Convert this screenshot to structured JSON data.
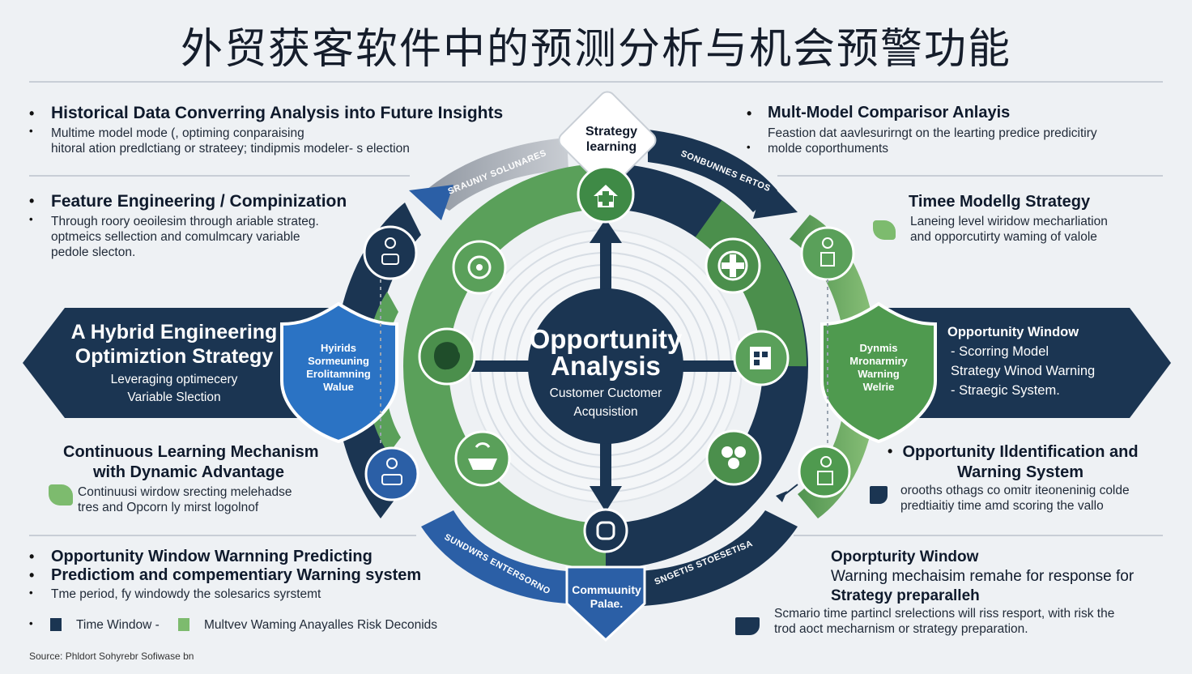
{
  "title": "外贸获客软件中的预测分析与机会预警功能",
  "colors": {
    "navy": "#1b3552",
    "blue": "#2b5fa6",
    "green": "#5aa05a",
    "light_green": "#8cc27a",
    "bg": "#eef1f4"
  },
  "left": {
    "s1": {
      "heading": "Historical Data Converring Analysis into Future Insights",
      "lines": [
        "Multime model mode (, optiming conparaising",
        "hitoral ation predlctiang or  strateey; tindipmis modeler- s election"
      ]
    },
    "s2": {
      "heading": "Feature Engineering / Compinization",
      "lines": [
        "Through roory oeoilesim through ariable strateg.",
        "optmeics sellection and comulmcary variable",
        "pedole slecton."
      ]
    },
    "banner": {
      "title_1": "A Hybrid Engineering",
      "title_2": "Optimiztion Strategy",
      "sub_1": "Leveraging optimecery",
      "sub_2": "Variable Slection"
    },
    "s3": {
      "heading_1": "Continuous Learning Mechanism",
      "heading_2": "with Dynamic Advantage",
      "lines": [
        "Continuusi wirdow srecting melehadse",
        "tres and Opcorn  ly mirst  logolnof"
      ]
    },
    "s4": {
      "heading_1": "Opportunity Window Warnning Predicting",
      "heading_2": "Predictiom and compementiary Warning system",
      "line": "Tme period,  fy windowdy  the solesarics syrstemt"
    },
    "legend": {
      "item_1": "Time Window -",
      "item_2": "Multvev Waming Anayalles Risk  Deconids"
    },
    "source": "Source: Phldort Sohyrebr Sofiwase bn"
  },
  "right": {
    "s1": {
      "heading": "Mult-Model Comparisor Anlayis",
      "lines": [
        "Feastion dat aavlesurirngt on the learting predice predicitiry",
        "molde coporthuments"
      ]
    },
    "s2": {
      "heading": "Timee Modellg Strategy",
      "lines": [
        "Laneing level wiridow mecharliation",
        "and opporcutirty waming of valole"
      ]
    },
    "banner": {
      "line_1": "Opportunity Window",
      "line_2": "- Scorring Model",
      "line_3": "Strategy Winod Warning",
      "line_4": "- Straegic System."
    },
    "s3": {
      "heading_1": "Opportunity Ildentification and",
      "heading_2": "Warning System",
      "lines": [
        "orooths othags co omitr iteoneninig colde",
        "predtiaitiy time amd scoring the vallo"
      ]
    },
    "s4": {
      "heading_1": "Oporpturity Window",
      "heading_2": "Warning mechaisim remahe for response for",
      "heading_3": "Strategy preparalleh",
      "lines": [
        "Scmario  time partincl srelections will riss resport, with risk the",
        "trod aoct mecharnism or strategy  preparation."
      ]
    }
  },
  "center": {
    "title_1": "Opportunity",
    "title_2": "Analysis",
    "sub_1": "Customer Cuctomer",
    "sub_2": "Acqusistion",
    "top_node": {
      "line_1": "Strategy",
      "line_2": "learning"
    },
    "bottom_node": {
      "line_1": "Commuunity",
      "line_2": "Palae."
    },
    "left_shield": {
      "line_1": "Hyirids",
      "line_2": "Sormeuning",
      "line_3": "Erolitamning",
      "line_4": "Walue"
    },
    "right_shield": {
      "line_1": "Dynmis",
      "line_2": "Mronarmiry",
      "line_3": "Warning",
      "line_4": "Welrie"
    },
    "arc_labels": {
      "top_left": "SRAUNIY SOLUNARES",
      "top_right": "SONBUNNES ERTOS",
      "bottom_left": "SUNDWRS ENTERSORNO",
      "bottom_right": "SNGETIS STOESETISA"
    }
  },
  "icons": [
    "leaf-icon",
    "gears-icon",
    "tree-icon",
    "ship-icon",
    "plus-badge-icon",
    "chart-icon",
    "clover-icon",
    "person-icon",
    "medical-cross-icon",
    "shield-icon"
  ]
}
